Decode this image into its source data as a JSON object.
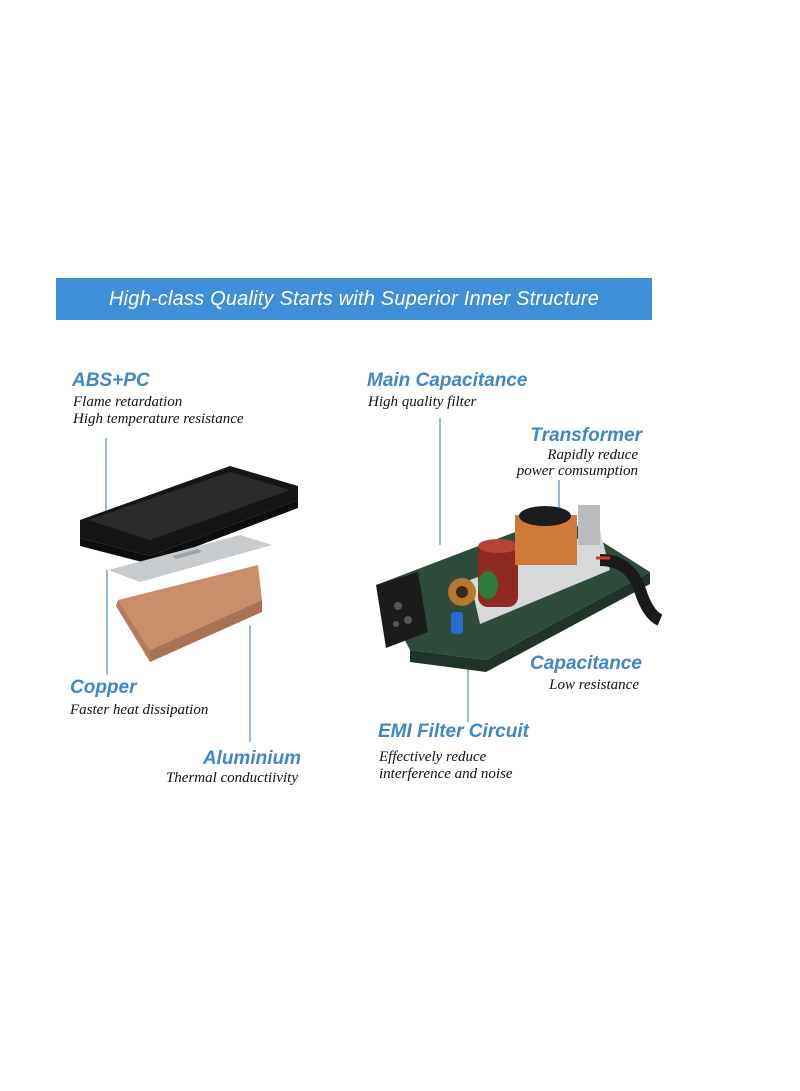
{
  "banner": {
    "title": "High-class Quality Starts with Superior Inner Structure"
  },
  "left": {
    "abs": {
      "title": "ABS+PC",
      "line1": "Flame retardation",
      "line2": "High temperature resistance"
    },
    "copper": {
      "title": "Copper",
      "line1": "Faster heat dissipation"
    },
    "aluminium": {
      "title": "Aluminium",
      "line1": "Thermal conductiivity"
    }
  },
  "right": {
    "main_capacitance": {
      "title": "Main Capacitance",
      "line1": "High quality filter"
    },
    "transformer": {
      "title": "Transformer",
      "line1": "Rapidly reduce",
      "line2": "power comsumption"
    },
    "capacitance": {
      "title": "Capacitance",
      "line1": "Low resistance"
    },
    "emi": {
      "title": "EMI Filter Circuit",
      "line1": "Effectively reduce",
      "line2": "interference and noise"
    }
  },
  "colors": {
    "banner": "#3f8fd8",
    "heading": "#3e87c8",
    "copper": "#c98f6b",
    "case": "#1a1a1a"
  }
}
